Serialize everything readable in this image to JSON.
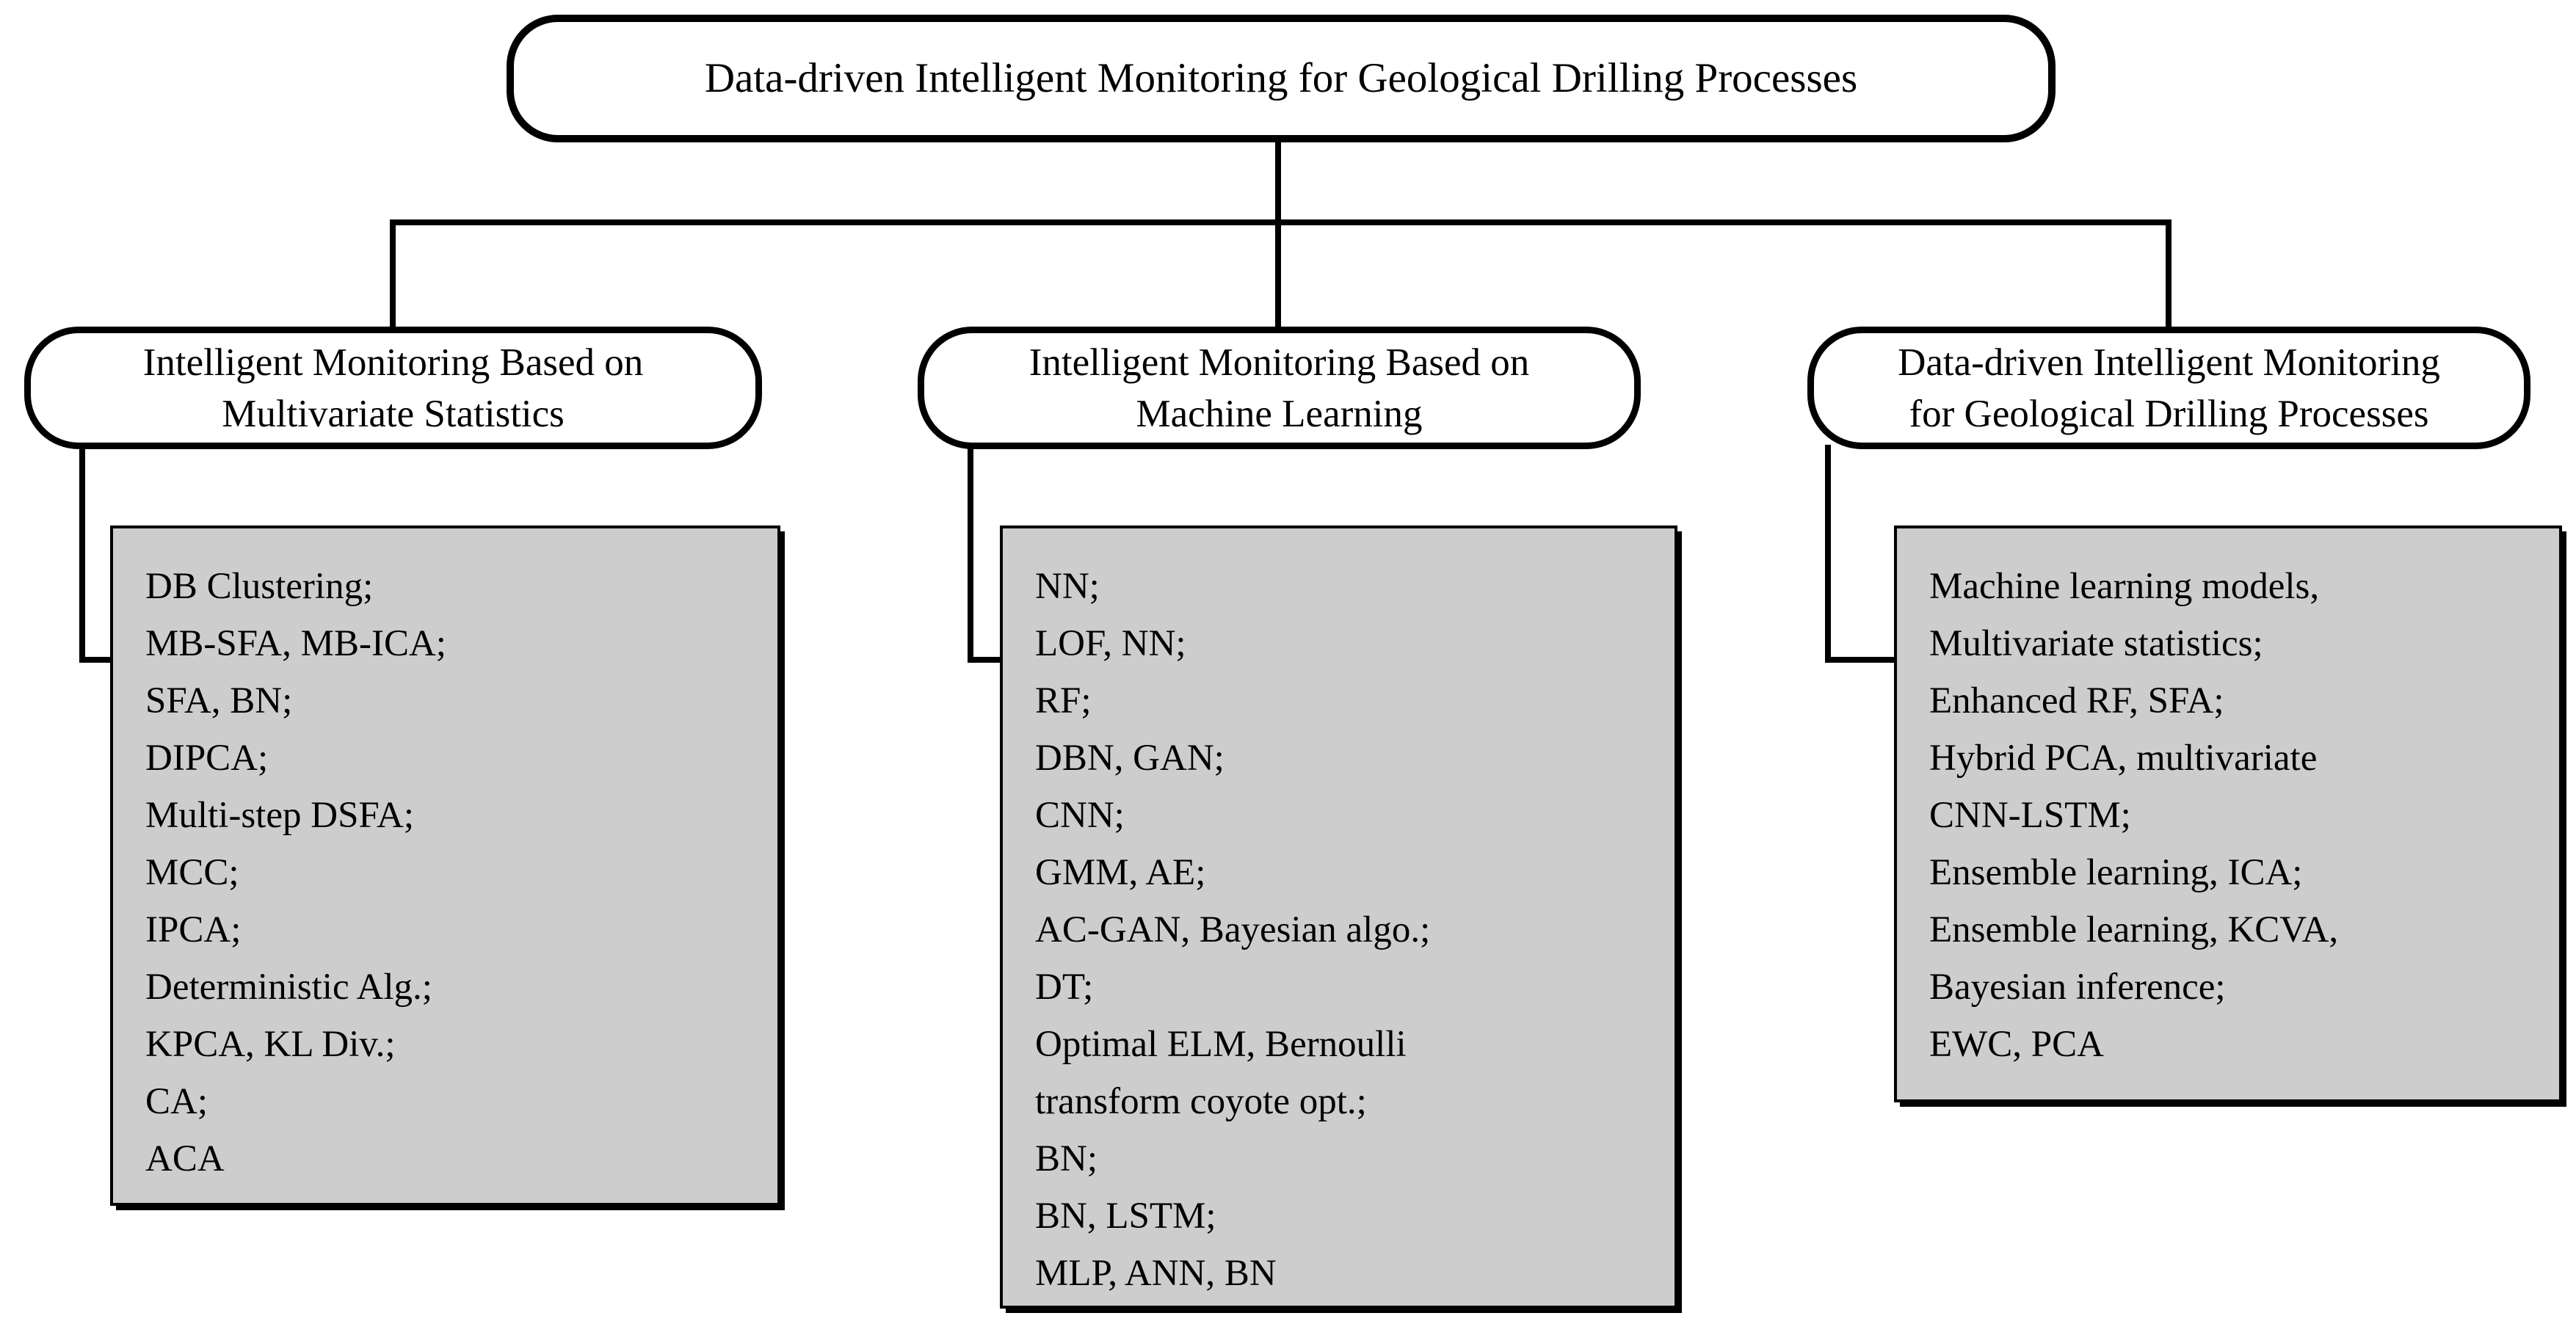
{
  "root_node": {
    "label": "Data-driven Intelligent Monitoring for Geological Drilling Processes"
  },
  "branches": [
    {
      "name": "multivariate-statistics",
      "label_lines": [
        "Intelligent Monitoring Based on",
        "Multivariate Statistics"
      ],
      "method_lines": [
        "DB Clustering;",
        "MB-SFA, MB-ICA;",
        "SFA, BN;",
        "DIPCA;",
        "Multi-step DSFA;",
        "MCC;",
        "IPCA;",
        "Deterministic Alg.;",
        "KPCA, KL Div.;",
        "CA;",
        "ACA"
      ]
    },
    {
      "name": "machine-learning",
      "label_lines": [
        "Intelligent Monitoring Based on",
        "Machine Learning"
      ],
      "method_lines": [
        "NN;",
        "LOF, NN;",
        "RF;",
        "DBN, GAN;",
        "CNN;",
        "GMM, AE;",
        "AC-GAN, Bayesian algo.;",
        "DT;",
        "Optimal ELM, Bernoulli",
        "transform coyote opt.;",
        "BN;",
        "BN, LSTM;",
        "MLP, ANN, BN"
      ]
    },
    {
      "name": "data-driven-hybrid",
      "label_lines": [
        "Data-driven Intelligent Monitoring",
        "for Geological Drilling Processes"
      ],
      "method_lines": [
        "Machine learning models,",
        "Multivariate statistics;",
        "Enhanced RF, SFA;",
        "Hybrid PCA, multivariate",
        "CNN-LSTM;",
        "Ensemble learning, ICA;",
        "Ensemble learning, KCVA,",
        "Bayesian inference;",
        "EWC, PCA"
      ]
    }
  ],
  "colors": {
    "line": "#000000",
    "node_fill": "#ffffff",
    "methods_box_fill": "#cdcdcd",
    "methods_box_border": "#000000",
    "background": "#ffffff"
  }
}
